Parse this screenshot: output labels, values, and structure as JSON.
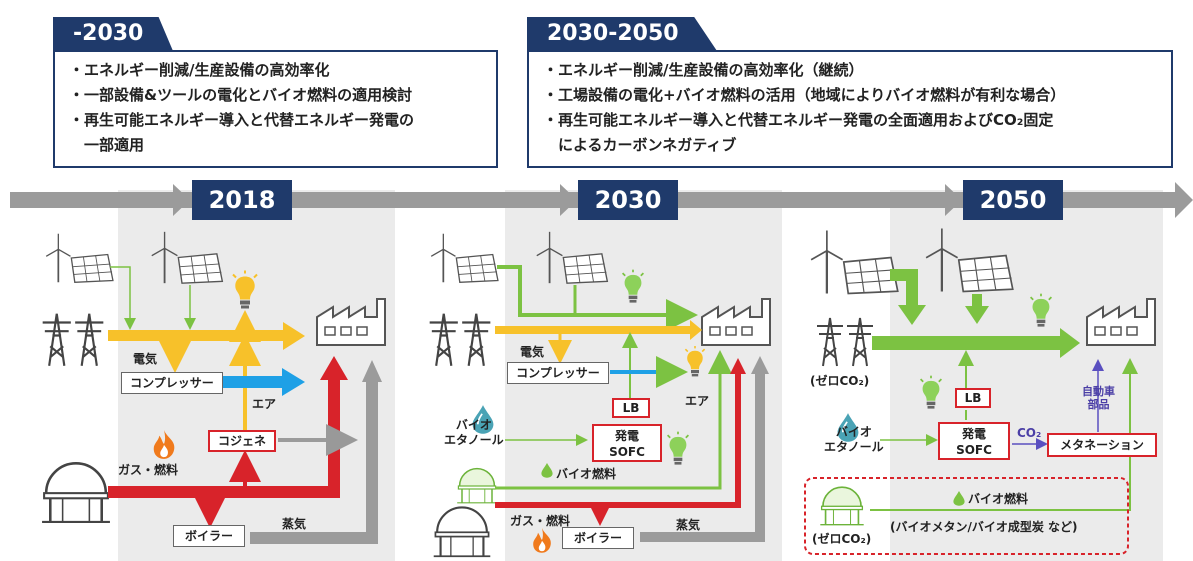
{
  "phase1": {
    "tab": "-2030",
    "items": [
      "・エネルギー削減/生産設備の高効率化",
      "・一部設備&ツールの電化とバイオ燃料の適用検討",
      "・再生可能エネルギー導入と代替エネルギー発電の",
      "　一部適用"
    ]
  },
  "phase2": {
    "tab": "2030-2050",
    "items": [
      "・エネルギー削減/生産設備の高効率化（継続）",
      "・工場設備の電化+バイオ燃料の活用（地域によりバイオ燃料が有利な場合）",
      "・再生可能エネルギー導入と代替エネルギー発電の全面適用およびCO₂固定",
      "　によるカーボンネガティブ"
    ]
  },
  "years": {
    "y2018": "2018",
    "y2030": "2030",
    "y2050": "2050"
  },
  "d2018": {
    "denki": "電気",
    "compressor": "コンプレッサー",
    "air": "エア",
    "cogene": "コジェネ",
    "gas": "ガス・燃料",
    "boiler": "ボイラー",
    "steam": "蒸気"
  },
  "d2030": {
    "denki": "電気",
    "compressor": "コンプレッサー",
    "lb": "LB",
    "air": "エア",
    "bioethanol1": "バイオ",
    "bioethanol2": "エタノール",
    "sofc1": "発電",
    "sofc2": "SOFC",
    "biofuel": "バイオ燃料",
    "gas": "ガス・燃料",
    "boiler": "ボイラー",
    "steam": "蒸気"
  },
  "d2050": {
    "zeroco2_grid": "(ゼロCO₂)",
    "lb": "LB",
    "bioethanol1": "バイオ",
    "bioethanol2": "エタノール",
    "sofc1": "発電",
    "sofc2": "SOFC",
    "co2": "CO₂",
    "methanation": "メタネーション",
    "auto1": "自動車",
    "auto2": "部品",
    "biofuel": "バイオ燃料",
    "biofuel_note": "(バイオメタン/バイオ成型炭 など)",
    "zeroco2_tank": "(ゼロCO₂)"
  },
  "colors": {
    "navy": "#1f3a6b",
    "yellow": "#f7c12a",
    "red": "#d8232a",
    "blue": "#1ea0e6",
    "green": "#7cc242",
    "gray": "#999999"
  }
}
